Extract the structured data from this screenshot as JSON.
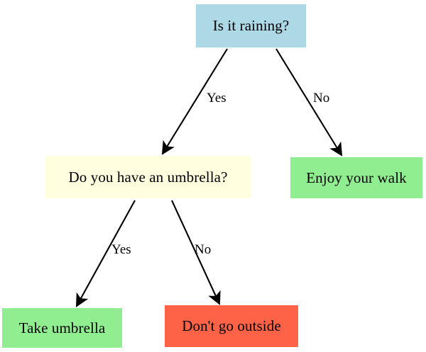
{
  "diagram": {
    "type": "decision-tree-flowchart",
    "background_color": "#FFFFFF",
    "edge_color": "#000000",
    "nodes": [
      {
        "id": "root",
        "label": "Is it raining?",
        "role": "decision",
        "color": "#ADD8E6"
      },
      {
        "id": "umbrella-question",
        "label": "Do you have an umbrella?",
        "role": "decision",
        "color": "#FFFFE0"
      },
      {
        "id": "enjoy-walk",
        "label": "Enjoy your walk",
        "role": "outcome-positive",
        "color": "#90EE90"
      },
      {
        "id": "take-umbrella",
        "label": "Take umbrella",
        "role": "outcome-positive",
        "color": "#90EE90"
      },
      {
        "id": "dont-go-outside",
        "label": "Don't go outside",
        "role": "outcome-negative",
        "color": "#FF6347"
      }
    ],
    "edges": [
      {
        "id": "root-yes",
        "from": "root",
        "to": "umbrella-question",
        "label": "Yes"
      },
      {
        "id": "root-no",
        "from": "root",
        "to": "enjoy-walk",
        "label": "No"
      },
      {
        "id": "umbrella-yes",
        "from": "umbrella-question",
        "to": "take-umbrella",
        "label": "Yes"
      },
      {
        "id": "umbrella-no",
        "from": "umbrella-question",
        "to": "dont-go-outside",
        "label": "No"
      }
    ]
  }
}
